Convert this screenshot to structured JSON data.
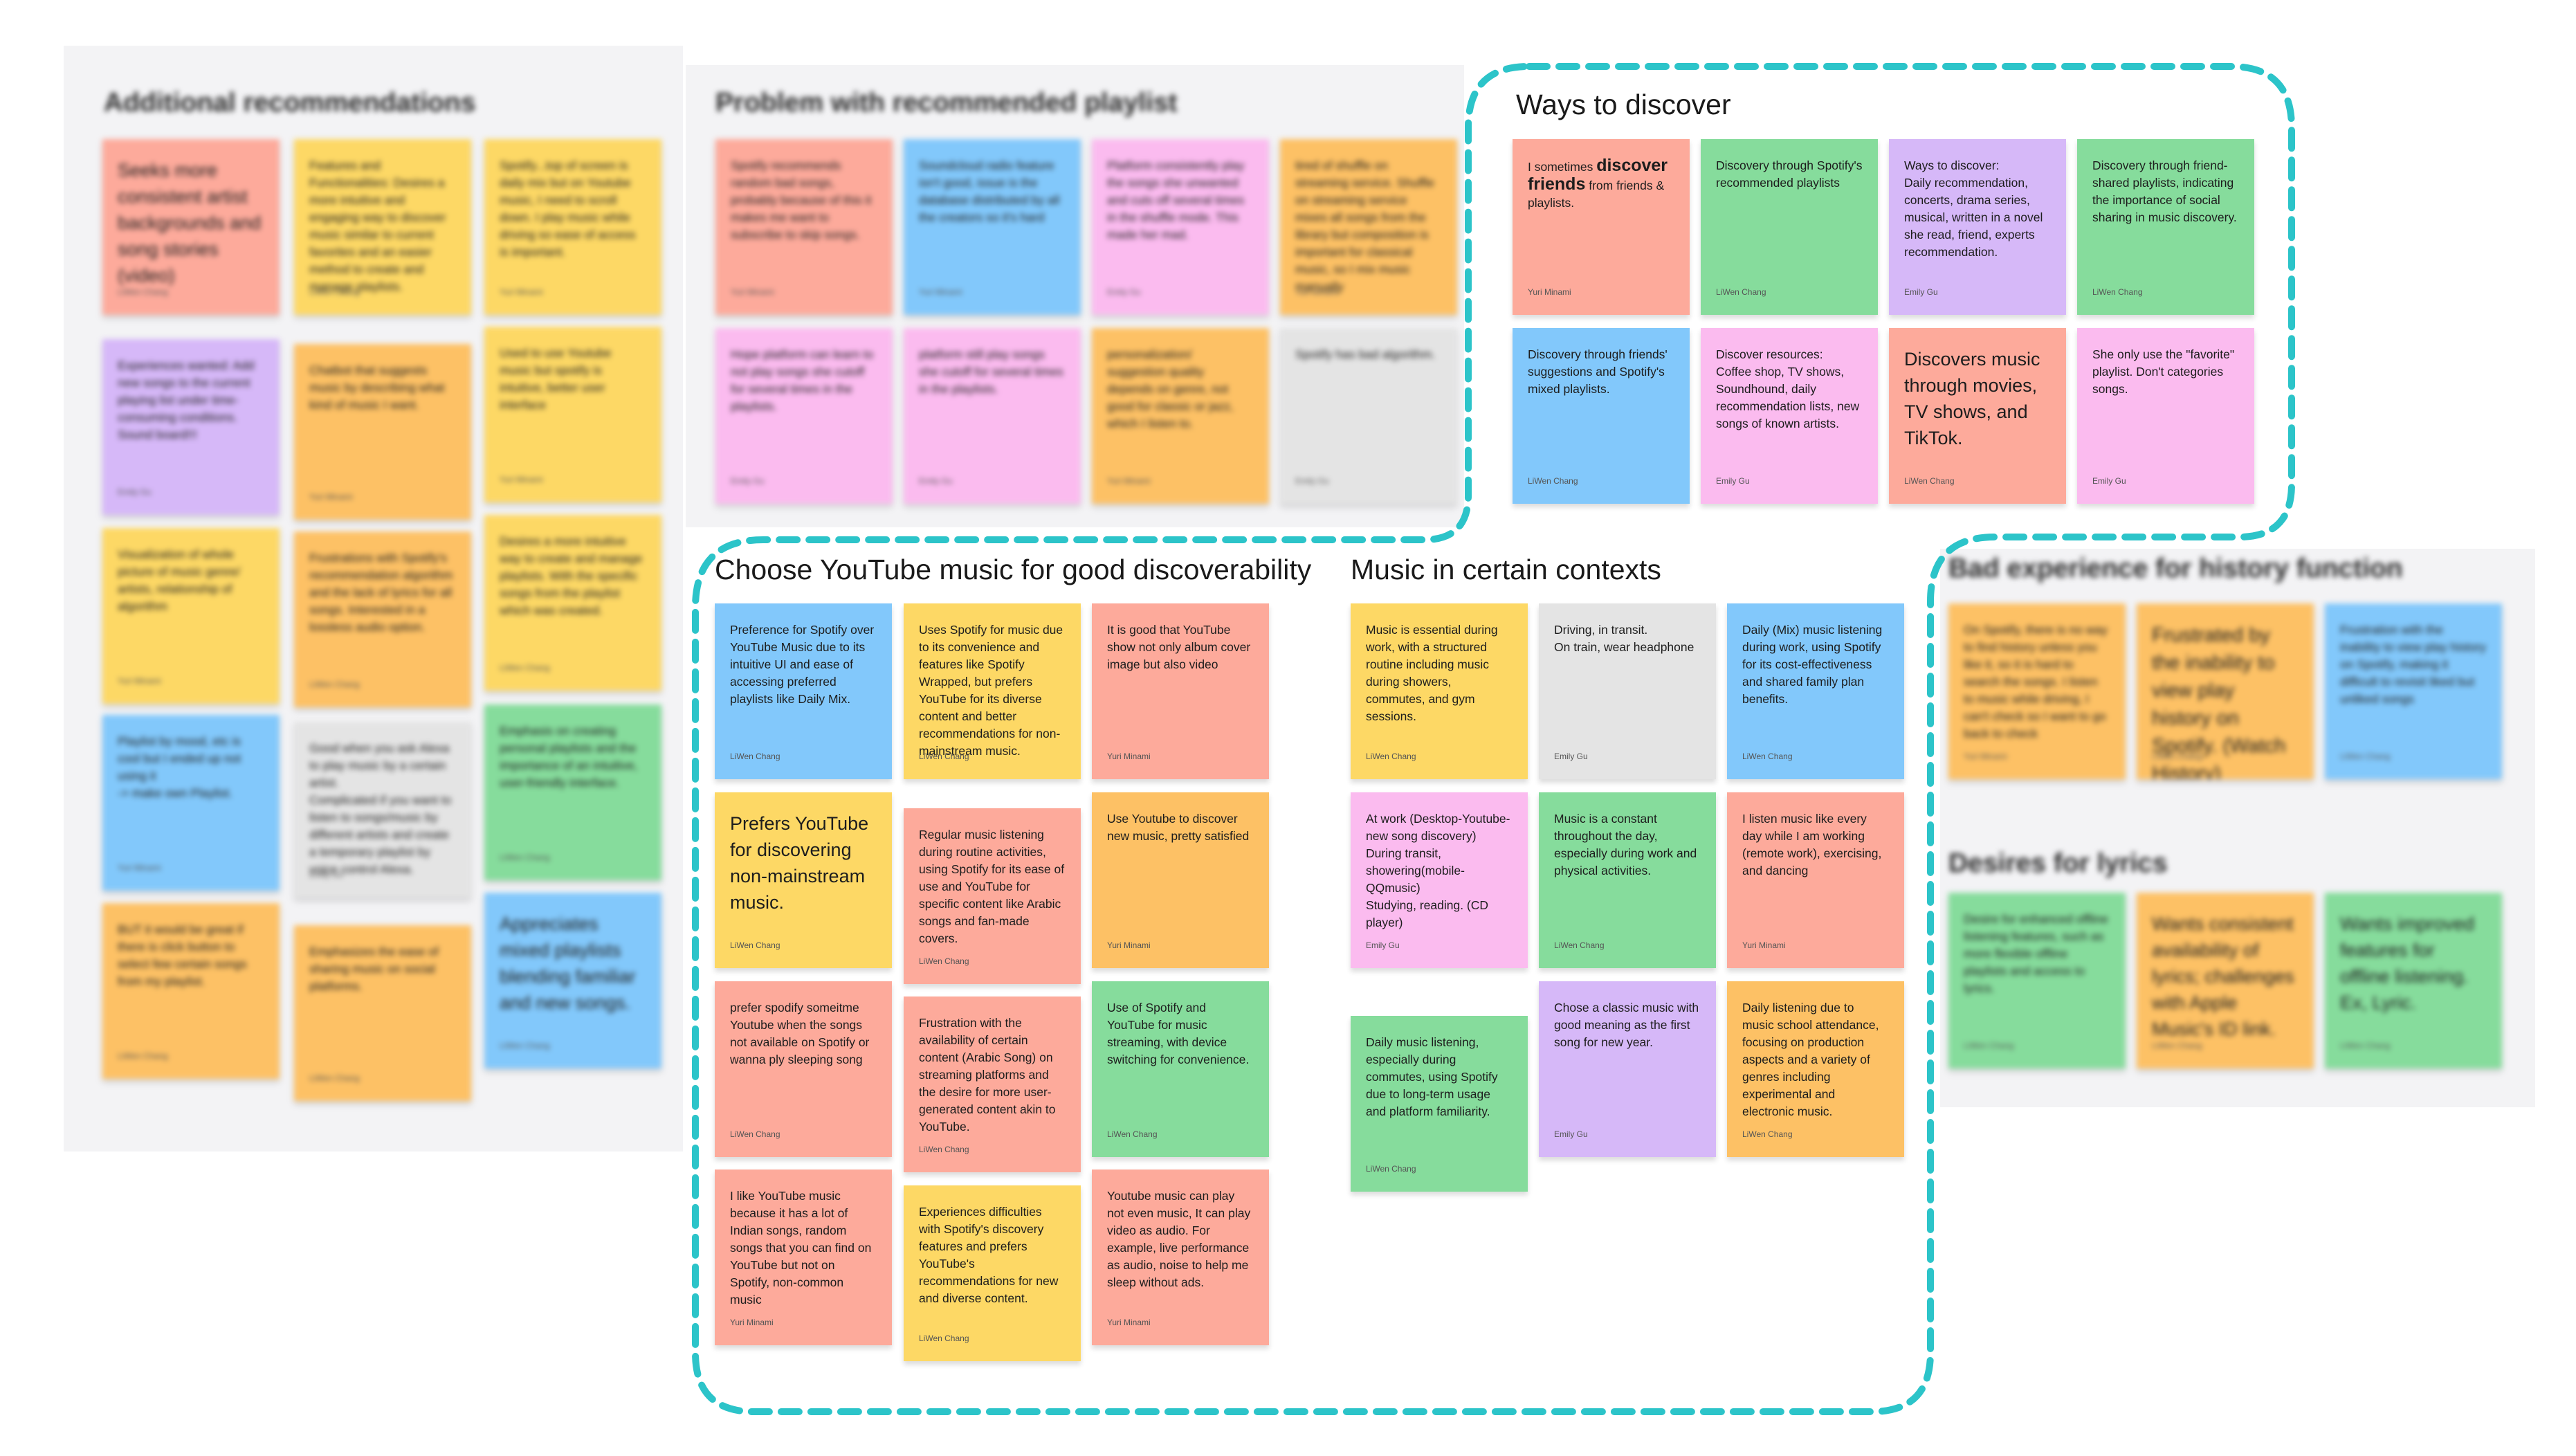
{
  "sections": {
    "additional": {
      "title": "Additional recommendations"
    },
    "problem": {
      "title": "Problem with recommended playlist"
    },
    "ways": {
      "title": "Ways to discover"
    },
    "youtube": {
      "title": "Choose YouTube music for good discoverability"
    },
    "contexts": {
      "title": "Music in certain contexts"
    },
    "history": {
      "title": "Bad experience for history function"
    },
    "lyrics": {
      "title": "Desires for lyrics"
    }
  },
  "notes": {
    "add1": {
      "text": "Seeks more consistent artist backgrounds and song stories (video)",
      "author": "LiWen Chang"
    },
    "add2": {
      "text": "Features and Functionalities: Desires a more intuitive and engaging way to discover music similar to current favorites and an easier method to create and manage playlists.",
      "author": "LiWen Chang"
    },
    "add3": {
      "text": "Spotify...top of screen is daily mix but on Youtube music, I need to scroll down. I play music while driving so ease of access is important.",
      "author": "Yuri Minami"
    },
    "add4": {
      "text": "Experiences wanted: Add new songs to the current playing list under time-consuming conditions.\nSound board!!!",
      "author": "Emily Gu"
    },
    "add5": {
      "text": "Chatbot that suggests music by describing what kind of music I want.",
      "author": "Yuri Minami"
    },
    "add6": {
      "text": "Used to use Youtube music but spotify is intuitive, better user interface",
      "author": "Yuri Minami"
    },
    "add7": {
      "text": "Visualization of whole picture of music genre/ artists, relationship of algorithm",
      "author": "Yuri Minami"
    },
    "add8": {
      "text": "Frustrations with Spotify's recommendation algorithm and the lack of lyrics for all songs. Interested in a lossless audio option.",
      "author": "LiWen Chang"
    },
    "add9": {
      "text": "Desires a more intuitive way to create and manage playlists. With the specific songs from the playlist which was created.",
      "author": "LiWen Chang"
    },
    "add10": {
      "text": "Playlist by mood, etc is cool but I ended up not using it\n-> make own Playlist.",
      "author": "Yuri Minami"
    },
    "add11": {
      "text": "Good when you ask Alexa to play music by a certain artist.\nComplicated if you want to listen to songs/music by different artists and create a temporary playlist by voice control Alexa.",
      "author": "Emily Gu"
    },
    "add12": {
      "text": "Emphasis on creating personal playlists and the importance of an intuitive, user-friendly interface.",
      "author": "LiWen Chang"
    },
    "add13": {
      "text": "BUT it would be great if there is click button to select few certain songs from my playlist.",
      "author": "LiWen Chang"
    },
    "add14": {
      "text": "Emphasizes the ease of sharing music on social platforms.",
      "author": "LiWen Chang"
    },
    "add15": {
      "text": "Appreciates mixed playlists blending familiar and new songs.",
      "author": "LiWen Chang"
    },
    "prob1": {
      "text": "Spotify recommends random bad songs, probably because of this it makes me want to subscribe to skip songs.",
      "author": "Yuri Minami"
    },
    "prob2": {
      "text": "Soundcloud radio feature isn't good, issue is the database distributed by all the creators so it's hard",
      "author": "Yuri Minami"
    },
    "prob3": {
      "text": "Platform consistently play the songs she unwanted and cuts off several times in the shuffle mode. This made her mad.",
      "author": "Emily Gu"
    },
    "prob4": {
      "text": "tired of shuffle on streaming service. Shuffle on streaming service mixes all songs from the library but composition is important for classical music, so I mix music manually",
      "author": "Yuri Minami"
    },
    "prob5": {
      "text": "Hope platform can learn to not play songs she cutoff for several times in the playlists.",
      "author": "Emily Gu"
    },
    "prob6": {
      "text": "platform still play songs she cutoff for several times in the playlists.",
      "author": "Emily Gu"
    },
    "prob7": {
      "text": "personalization/ suggestion quality depends on genre, not good for classic or jazz, which I listen to.",
      "author": "Yuri Minami"
    },
    "prob8": {
      "text": "Spotify has bad algorithm.",
      "author": "Emily Gu"
    },
    "ways1": {
      "pre": "I sometimes ",
      "bold1": "discover",
      "mid": " ",
      "bold2": "friends",
      "post": " from friends & playlists.",
      "author": "Yuri Minami"
    },
    "ways2": {
      "text": "Discovery through Spotify's recommended playlists",
      "author": "LiWen Chang"
    },
    "ways3": {
      "text": "Ways to discover:\nDaily recommendation, concerts, drama series, musical, written in a novel she read, friend, experts recommendation.",
      "author": "Emily Gu"
    },
    "ways4": {
      "text": "Discovery through friend-shared playlists, indicating the importance of social sharing in music discovery.",
      "author": "LiWen Chang"
    },
    "ways5": {
      "text": "Discovery through friends' suggestions and Spotify's mixed playlists.",
      "author": "LiWen Chang"
    },
    "ways6": {
      "text": "Discover resources:\nCoffee shop, TV shows, Soundhound, daily recommendation lists, new songs of known artists.",
      "author": "Emily Gu"
    },
    "ways7": {
      "text": "Discovers music through movies, TV shows, and TikTok.",
      "author": "LiWen Chang"
    },
    "ways8": {
      "text": "She only use the \"favorite\" playlist. Don't categories songs.",
      "author": "Emily Gu"
    },
    "yt1": {
      "text": "Preference for Spotify over YouTube Music due to its intuitive UI and ease of accessing preferred playlists like Daily Mix.",
      "author": "LiWen Chang"
    },
    "yt2": {
      "text": "Uses Spotify for music due to its convenience and features like Spotify Wrapped, but prefers YouTube for its diverse content and better recommendations for non-mainstream music.",
      "author": "LiWen Chang"
    },
    "yt3": {
      "text": "It is good that YouTube show not only album cover image but also video",
      "author": "Yuri Minami"
    },
    "yt4": {
      "text": "Prefers YouTube for discovering non-mainstream music.",
      "author": "LiWen Chang"
    },
    "yt5": {
      "text": "Regular music listening during routine activities, using Spotify for its ease of use and YouTube for specific content like Arabic songs and fan-made covers.",
      "author": "LiWen Chang"
    },
    "yt6": {
      "text": "Use Youtube to discover new music, pretty satisfied",
      "author": "Yuri Minami"
    },
    "yt7": {
      "text": "prefer spodify someitme Youtube when the songs not available on Spotify or wanna ply sleeping song",
      "author": "LiWen Chang"
    },
    "yt8": {
      "text": "Frustration with the availability of certain content (Arabic Song) on streaming platforms and the desire for more user-generated content akin to YouTube.",
      "author": "LiWen Chang"
    },
    "yt9": {
      "text": "Use of Spotify and YouTube for music streaming, with device switching for convenience.",
      "author": "LiWen Chang"
    },
    "yt10": {
      "text": "I like YouTube music because it has a lot of Indian songs, random songs that you can find on YouTube but not on Spotify, non-common music",
      "author": "Yuri Minami"
    },
    "yt11": {
      "text": "Experiences difficulties with Spotify's discovery features and prefers YouTube's recommendations for new and diverse content.",
      "author": "LiWen Chang"
    },
    "yt12": {
      "text": "Youtube music can play not even music, It can play video as audio. For example, live performance as audio, noise to help me sleep without ads.",
      "author": "Yuri Minami"
    },
    "ctx1": {
      "text": "Music is essential during work, with a structured routine including music during showers, commutes, and gym sessions.",
      "author": "LiWen Chang"
    },
    "ctx2": {
      "text": "Driving, in transit.\nOn train, wear headphone",
      "author": "Emily Gu"
    },
    "ctx3": {
      "text": "Daily (Mix) music listening during work, using Spotify for its cost-effectiveness and shared family plan benefits.",
      "author": "LiWen Chang"
    },
    "ctx4": {
      "text": "At work (Desktop-Youtube-new song discovery)\nDuring transit, showering(mobile-QQmusic)\nStudying, reading. (CD player)",
      "author": "Emily Gu"
    },
    "ctx5": {
      "text": "Music is a constant throughout the day, especially during work and physical activities.",
      "author": "LiWen Chang"
    },
    "ctx6": {
      "text": "I listen music like every day while I am working (remote work), exercising, and dancing",
      "author": "Yuri Minami"
    },
    "ctx7": {
      "text": "Daily music listening, especially during commutes, using Spotify due to long-term usage and platform familiarity.",
      "author": "LiWen Chang"
    },
    "ctx8": {
      "text": "Chose a classic music with good meaning as the first song for new year.",
      "author": "Emily Gu"
    },
    "ctx9": {
      "text": "Daily listening due to music school attendance, focusing on production aspects and a variety of genres including experimental and electronic music.",
      "author": "LiWen Chang"
    },
    "hist1": {
      "text": "On Spotify, there is no way to find history unless you like it, so it is hard to search the songs. I listen to music while driving, I can't check so I want to go back to check",
      "author": "Yuri Minami"
    },
    "hist2": {
      "text": "Frustrated by the inability to view play history on Spotify. (Watch History)",
      "author": "LiWen Chang"
    },
    "hist3": {
      "text": "Frustration with the inability to view play history on Spotify, making it difficult to revisit liked but unliked songs",
      "author": "LiWen Chang"
    },
    "lyr1": {
      "text": "Desire for enhanced offline listening features, such as more flexible offline playlists and access to lyrics.",
      "author": "LiWen Chang"
    },
    "lyr2": {
      "text": "Wants consistent availability of lyrics; challenges with Apple Music's ID link.",
      "author": "LiWen Chang"
    },
    "lyr3": {
      "text": "Wants improved features for offline listening. Ex, Lyric.",
      "author": "LiWen Chang"
    }
  },
  "colors": {
    "red": "#fdaa9b",
    "yellow": "#fdd865",
    "orange": "#fdc165",
    "green": "#86dc9c",
    "blue": "#82c8fb",
    "purple": "#d6b8f8",
    "pink": "#fbbbef",
    "gray": "#e4e4e4",
    "dash": "#2cc4c9",
    "panel": "#f3f3f5"
  }
}
